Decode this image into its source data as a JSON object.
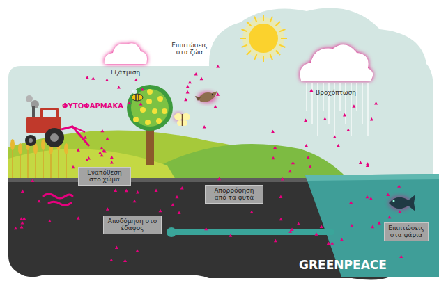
{
  "diagram": {
    "nodes": [
      {
        "text": [
          "Εναπόθεση στο χώμα"
        ]
      },
      {
        "text": [
          "Απορρόφηση από τα φυτά"
        ]
      },
      {
        "text": [
          "Αποδόμηση στο έδαφος"
        ]
      },
      {
        "text": [
          "Επιπτώσεις στα ψάρια"
        ]
      }
    ],
    "labels": [
      "ΦΥΤΟΦΑΡΜΑΚΑ",
      "Εξάτμιση",
      "Επιπτώσεις στα ζώα",
      "Βροχόπτωση",
      "GREENPEACE"
    ]
  }
}
